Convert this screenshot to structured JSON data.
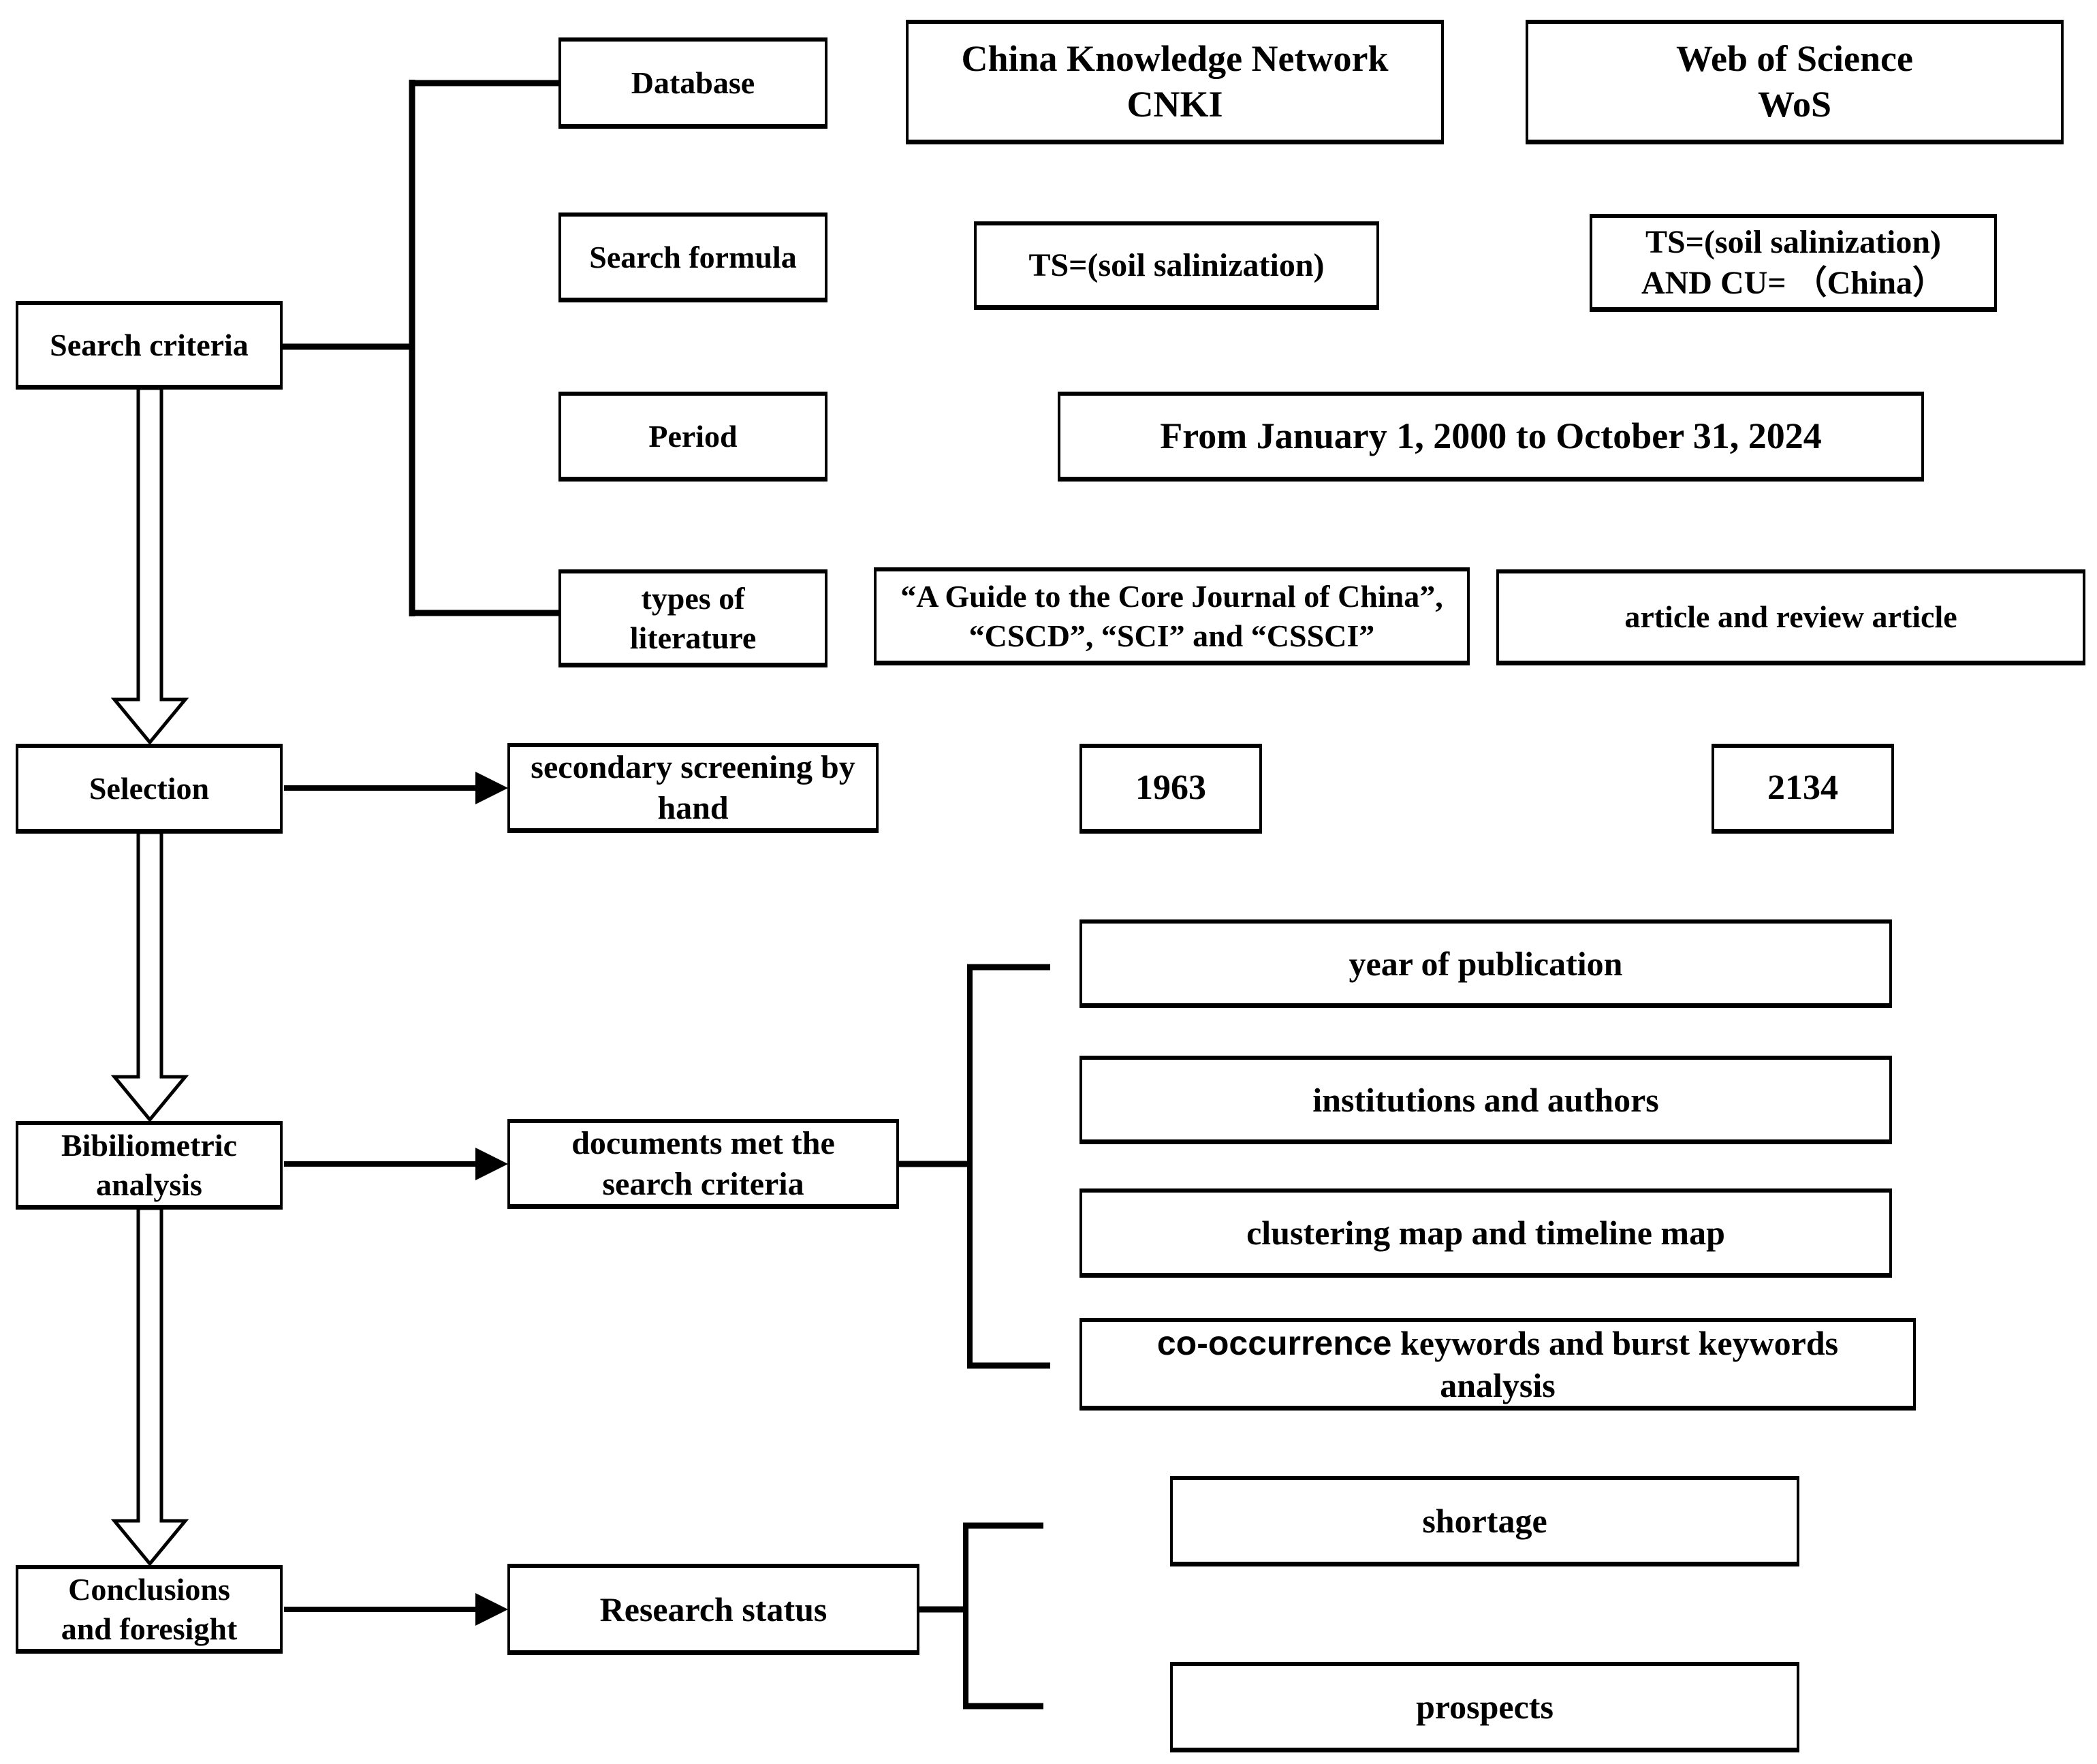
{
  "steps": {
    "search_criteria": "Search criteria",
    "selection": "Selection",
    "bibiliometric_analysis": "Bibiliometric\nanalysis",
    "conclusions_foresight": "Conclusions\nand foresight"
  },
  "criteria": {
    "database_label": "Database",
    "cnki_title": "China Knowledge Network\nCNKI",
    "wos_title": "Web of Science\nWoS",
    "search_formula_label": "Search formula",
    "cnki_formula": "TS=(soil salinization)",
    "wos_formula": "TS=(soil salinization)\nAND  CU= （China）",
    "period_label": "Period",
    "period_value": "From January 1, 2000 to October 31, 2024",
    "types_label": "types of\nliterature",
    "cnki_types": "“A Guide to the Core Journal of China”,\n“CSCD”, “SCI” and “CSSCI”",
    "wos_types": "article and review article"
  },
  "selection_row": {
    "secondary_screening": "secondary screening by\nhand",
    "cnki_count": "1963",
    "wos_count": "2134"
  },
  "analysis": {
    "documents": "documents met the\nsearch criteria",
    "outputs": {
      "year": "year of publication",
      "institutions": "institutions and authors",
      "clustering": "clustering map and timeline map",
      "co_occurrence_head": "co-occurrence",
      "co_occurrence_rest": " keywords and burst keywords",
      "co_occurrence_line2": "analysis"
    }
  },
  "conclusion": {
    "research_status": "Research status",
    "shortage": "shortage",
    "prospects": "prospects"
  },
  "colors": {
    "ink": "#000000",
    "background": "#ffffff"
  }
}
